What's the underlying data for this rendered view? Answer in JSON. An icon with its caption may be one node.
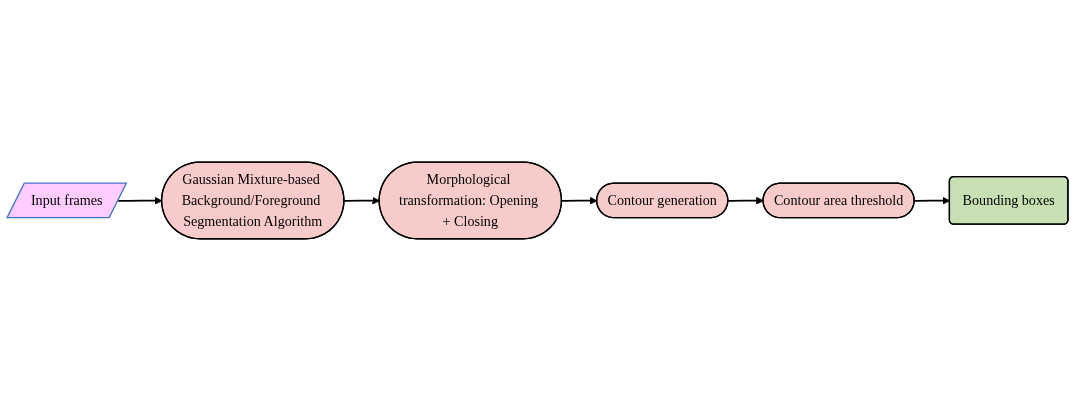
{
  "diagram": {
    "nodes": [
      {
        "text": [
          "Input frames"
        ]
      },
      {
        "text": [
          "Gaussian Mixture-based Background/Foreground Segmentation Algorithm"
        ]
      },
      {
        "text": [
          "Morphological transformation: Opening + Closing"
        ]
      },
      {
        "text": [
          "Contour generation"
        ]
      },
      {
        "text": [
          "Contour area threshold"
        ]
      },
      {
        "text": [
          "Bounding boxes"
        ]
      }
    ],
    "edges": [
      {
        "from": 0,
        "to": 1,
        "arrow": "to"
      },
      {
        "from": 1,
        "to": 2,
        "arrow": "to"
      },
      {
        "from": 2,
        "to": 3,
        "arrow": "to"
      },
      {
        "from": 3,
        "to": 4,
        "arrow": "to"
      },
      {
        "from": 4,
        "to": 5,
        "arrow": "to"
      }
    ]
  }
}
